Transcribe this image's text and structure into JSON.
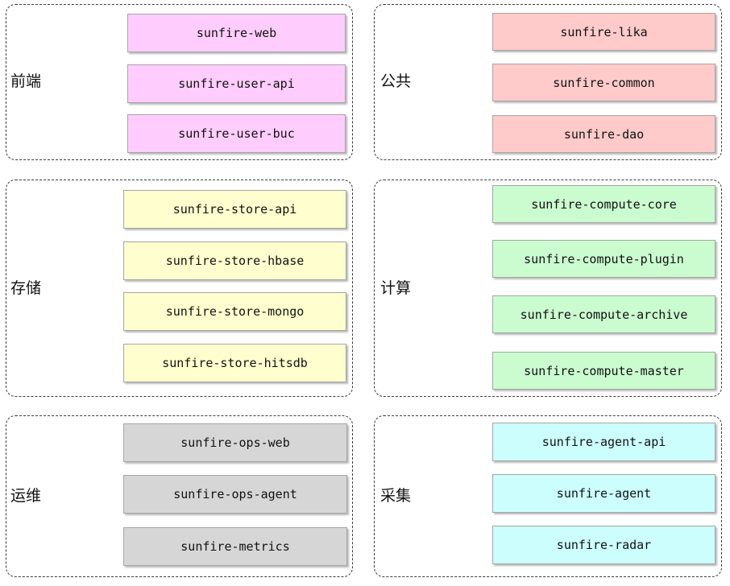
{
  "groups": [
    {
      "label": "前端",
      "color": "#fecdfd",
      "modules": [
        "sunfire-web",
        "sunfire-user-api",
        "sunfire-user-buc"
      ]
    },
    {
      "label": "公共",
      "color": "#fecaca",
      "modules": [
        "sunfire-lika",
        "sunfire-common",
        "sunfire-dao"
      ]
    },
    {
      "label": "存储",
      "color": "#fefece",
      "modules": [
        "sunfire-store-api",
        "sunfire-store-hbase",
        "sunfire-store-mongo",
        "sunfire-store-hitsdb"
      ]
    },
    {
      "label": "计算",
      "color": "#cbfcd0",
      "modules": [
        "sunfire-compute-core",
        "sunfire-compute-plugin",
        "sunfire-compute-archive",
        "sunfire-compute-master"
      ]
    },
    {
      "label": "运维",
      "color": "#d6d6d6",
      "modules": [
        "sunfire-ops-web",
        "sunfire-ops-agent",
        "sunfire-metrics"
      ]
    },
    {
      "label": "采集",
      "color": "#ccfefe",
      "modules": [
        "sunfire-agent-api",
        "sunfire-agent",
        "sunfire-radar"
      ]
    }
  ]
}
